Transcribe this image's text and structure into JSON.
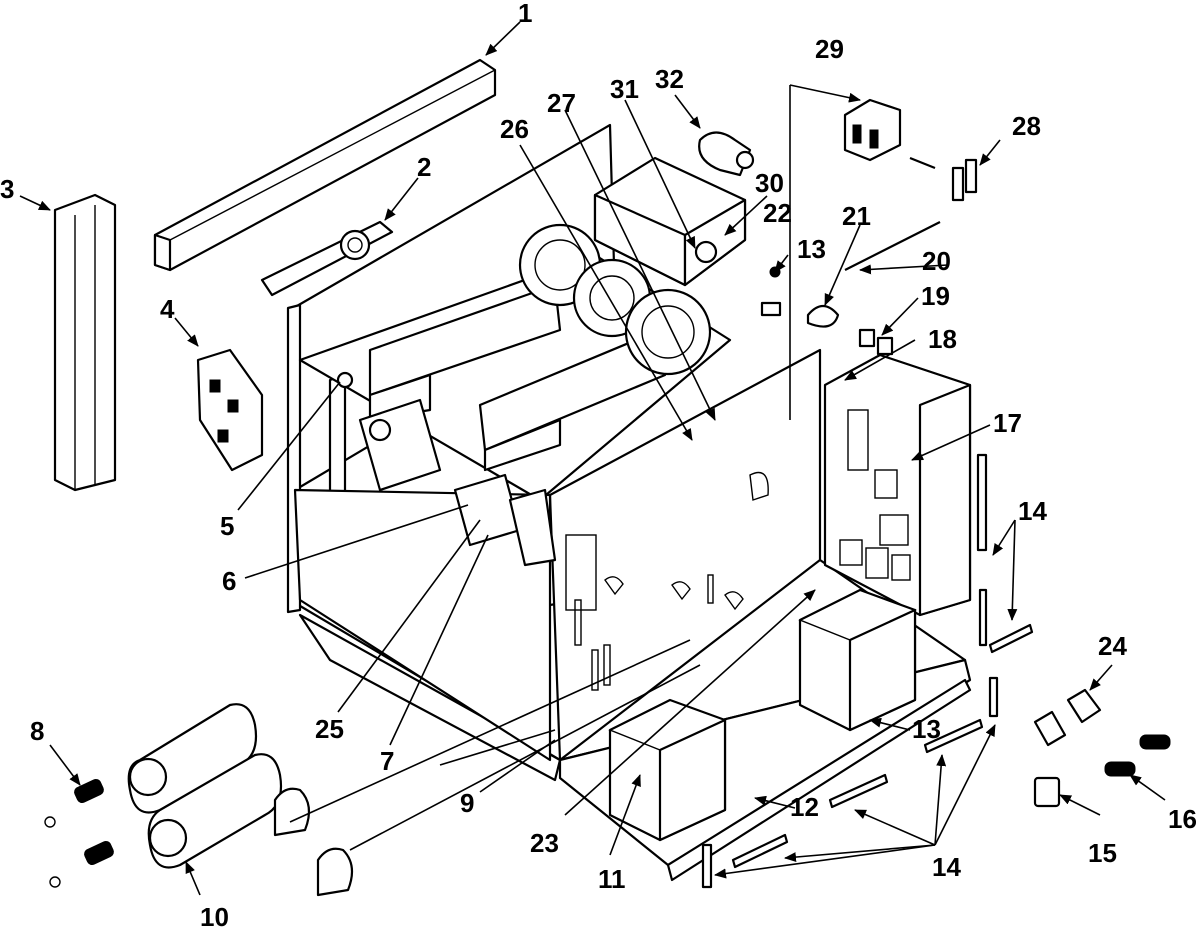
{
  "callouts": [
    {
      "id": "c1",
      "label": "1"
    },
    {
      "id": "c2",
      "label": "2"
    },
    {
      "id": "c3",
      "label": "3"
    },
    {
      "id": "c4",
      "label": "4"
    },
    {
      "id": "c5",
      "label": "5"
    },
    {
      "id": "c6",
      "label": "6"
    },
    {
      "id": "c7",
      "label": "7"
    },
    {
      "id": "c8",
      "label": "8"
    },
    {
      "id": "c9",
      "label": "9"
    },
    {
      "id": "c10",
      "label": "10"
    },
    {
      "id": "c11",
      "label": "11"
    },
    {
      "id": "c12",
      "label": "12"
    },
    {
      "id": "c13a",
      "label": "13"
    },
    {
      "id": "c13b",
      "label": "13"
    },
    {
      "id": "c14a",
      "label": "14"
    },
    {
      "id": "c14b",
      "label": "14"
    },
    {
      "id": "c15",
      "label": "15"
    },
    {
      "id": "c16",
      "label": "16"
    },
    {
      "id": "c17",
      "label": "17"
    },
    {
      "id": "c18",
      "label": "18"
    },
    {
      "id": "c19",
      "label": "19"
    },
    {
      "id": "c20",
      "label": "20"
    },
    {
      "id": "c21",
      "label": "21"
    },
    {
      "id": "c22",
      "label": "22"
    },
    {
      "id": "c23",
      "label": "23"
    },
    {
      "id": "c24",
      "label": "24"
    },
    {
      "id": "c25",
      "label": "25"
    },
    {
      "id": "c26",
      "label": "26"
    },
    {
      "id": "c27",
      "label": "27"
    },
    {
      "id": "c28",
      "label": "28"
    },
    {
      "id": "c29",
      "label": "29"
    },
    {
      "id": "c30",
      "label": "30"
    },
    {
      "id": "c31",
      "label": "31"
    },
    {
      "id": "c32",
      "label": "32"
    }
  ]
}
